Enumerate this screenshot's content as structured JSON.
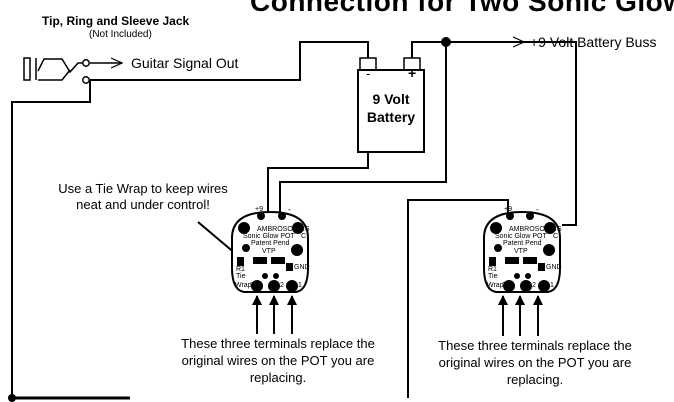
{
  "title": "Connection for Two Sonic Glow",
  "jack": {
    "label": "Tip, Ring and Sleeve Jack",
    "note": "(Not Included)"
  },
  "signal_out": "Guitar Signal Out",
  "battery": {
    "line1": "9 Volt",
    "line2": "Battery",
    "neg": "-",
    "pos": "+"
  },
  "buss": "+9 Volt Battery Buss",
  "tie_note": {
    "line1": "Use a Tie Wrap to keep wires",
    "line2": "neat and under control!"
  },
  "board": {
    "brand": "AMBROSONICS",
    "model": "Sonic Glow POT",
    "patent": "Patent Pend",
    "vtp": "VTP",
    "gnd": "GND",
    "r1": "R1",
    "tie": "Tie",
    "wrap": "Wrap",
    "c": "C",
    "plus9": "+9",
    "minus": "-",
    "t1": "1",
    "t2": "2",
    "t3": "3"
  },
  "terminal_note_left": {
    "line1": "These three terminals replace the",
    "line2": "original wires on the POT you are",
    "line3": "replacing."
  },
  "terminal_note_right": {
    "line1": "These three terminals replace the",
    "line2": "original wires on the POT you are",
    "line3": "replacing."
  },
  "colors": {
    "line": "#000000",
    "background": "#ffffff"
  }
}
